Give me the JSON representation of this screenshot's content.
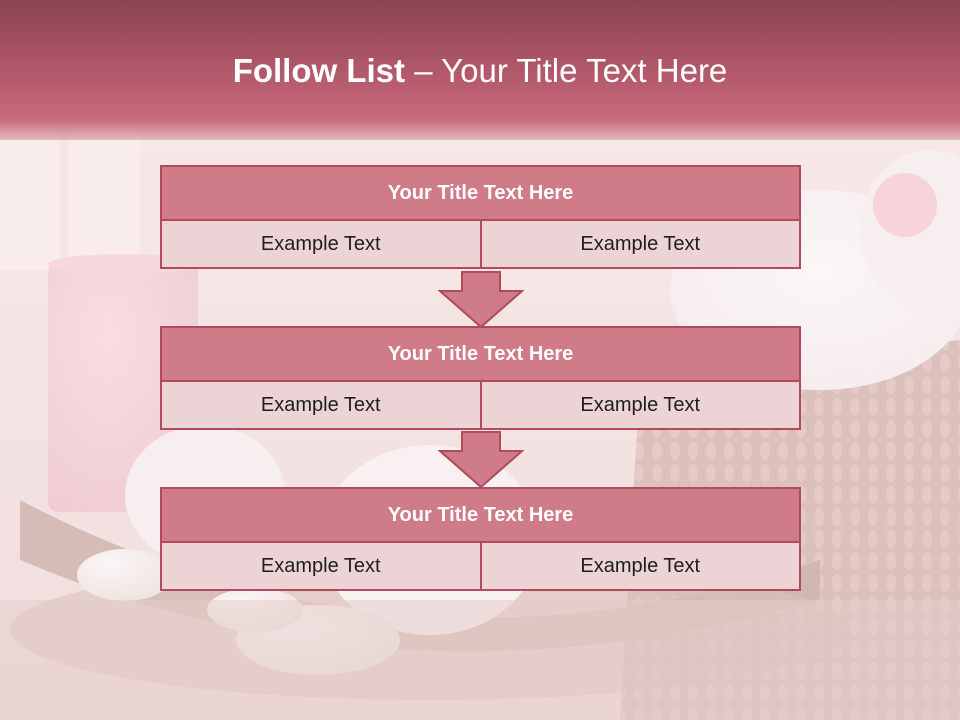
{
  "slide": {
    "title_bold": "Follow List",
    "title_separator": " – ",
    "title_rest": "Your Title Text Here"
  },
  "stages": [
    {
      "title": "Your Title Text Here",
      "left": "Example Text",
      "right": "Example Text"
    },
    {
      "title": "Your Title Text Here",
      "left": "Example Text",
      "right": "Example Text"
    },
    {
      "title": "Your Title Text Here",
      "left": "Example Text",
      "right": "Example Text"
    }
  ],
  "colors": {
    "header": "#b45a6c",
    "box_title_fill": "#cf7b88",
    "box_cell_fill": "#ebd3d6",
    "box_border": "#b24a5b",
    "arrow_fill": "#cf7b88"
  }
}
